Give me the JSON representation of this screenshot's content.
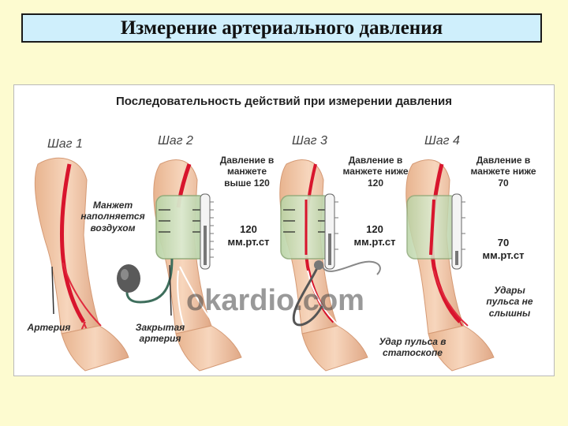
{
  "title": "Измерение артериального давления",
  "figure": {
    "heading": "Последовательность действий при измерении давления",
    "watermark": "okardio.com",
    "steps": [
      {
        "label": "Шаг 1",
        "annotation": "Манжет наполняется воздухом",
        "bottom_label": "Артерия"
      },
      {
        "label": "Шаг 2",
        "pressure_caption": "Давление в манжете выше 120",
        "reading_value": "120",
        "reading_unit": "мм.рт.ст",
        "bottom_label": "Закрытая артерия"
      },
      {
        "label": "Шаг 3",
        "pressure_caption": "Давление в манжете ниже 120",
        "reading_value": "120",
        "reading_unit": "мм.рт.ст",
        "bottom_label": "Удар пульса в статоскопе"
      },
      {
        "label": "Шаг 4",
        "pressure_caption": "Давление в манжете ниже 70",
        "reading_value": "70",
        "reading_unit": "мм.рт.ст",
        "bottom_label": "Удары пульса не слышны"
      }
    ]
  }
}
